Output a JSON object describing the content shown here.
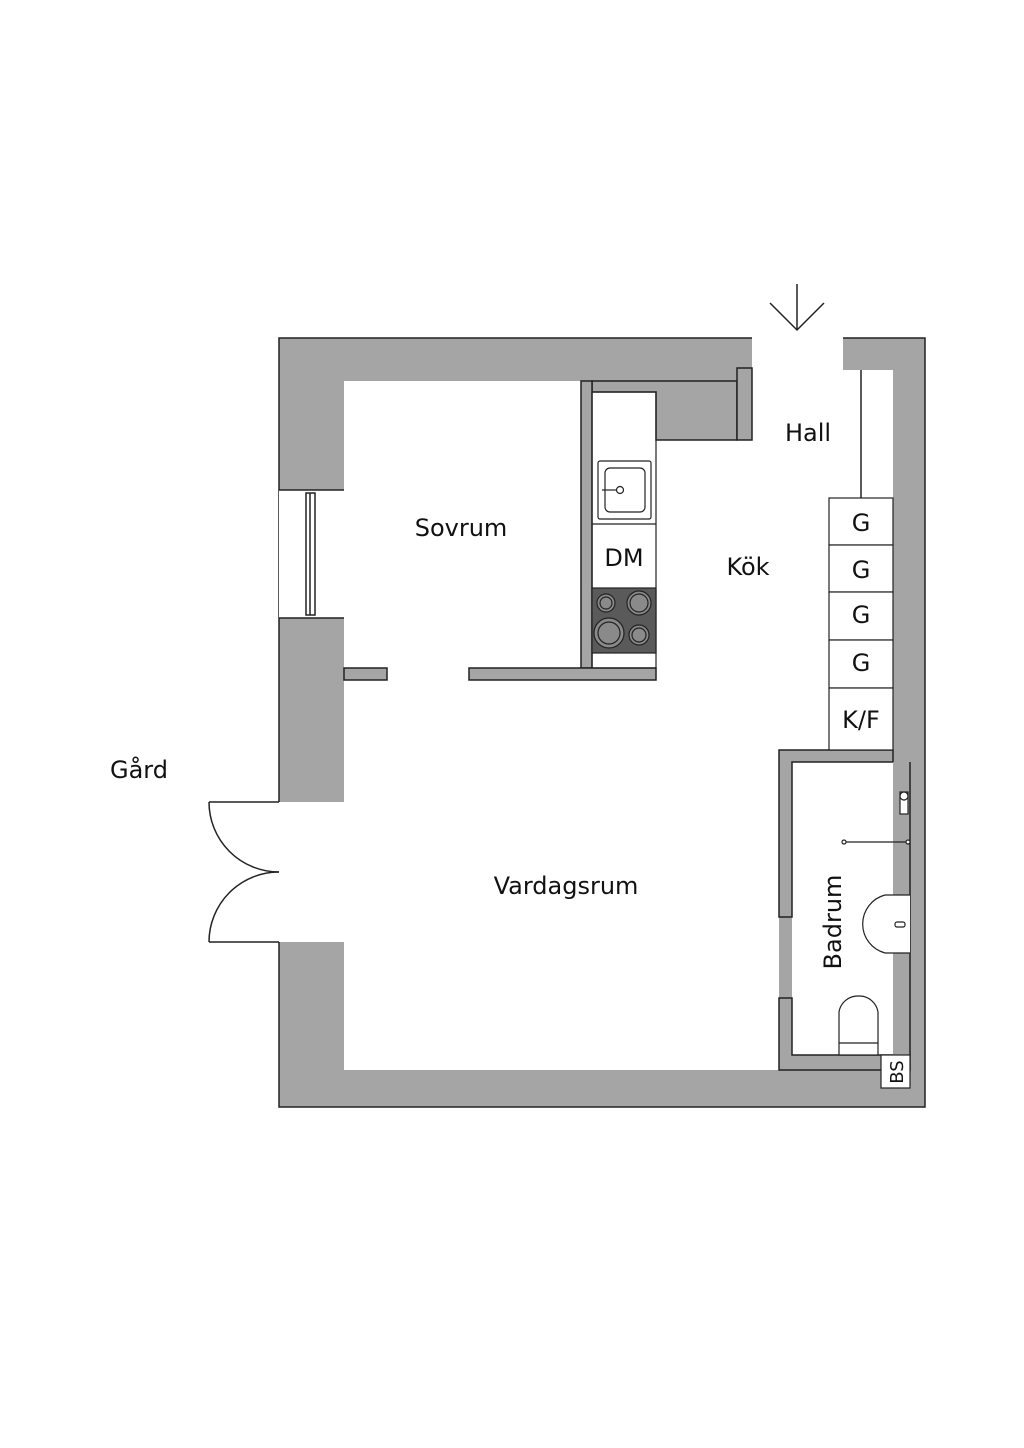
{
  "colors": {
    "wall": "#a5a5a5",
    "outline": "#222222",
    "stove": "#5a5a5a",
    "background": "#ffffff"
  },
  "rooms": {
    "hall": "Hall",
    "sovrum": "Sovrum",
    "kok": "Kök",
    "vardagsrum": "Vardagsrum",
    "badrum": "Badrum",
    "gard": "Gård"
  },
  "fixtures": {
    "dishwasher": "DM",
    "cabinets": [
      "G",
      "G",
      "G",
      "G",
      "K/F"
    ],
    "bs": "BS"
  },
  "icons": {
    "entrance": "entrance-arrow-icon"
  }
}
